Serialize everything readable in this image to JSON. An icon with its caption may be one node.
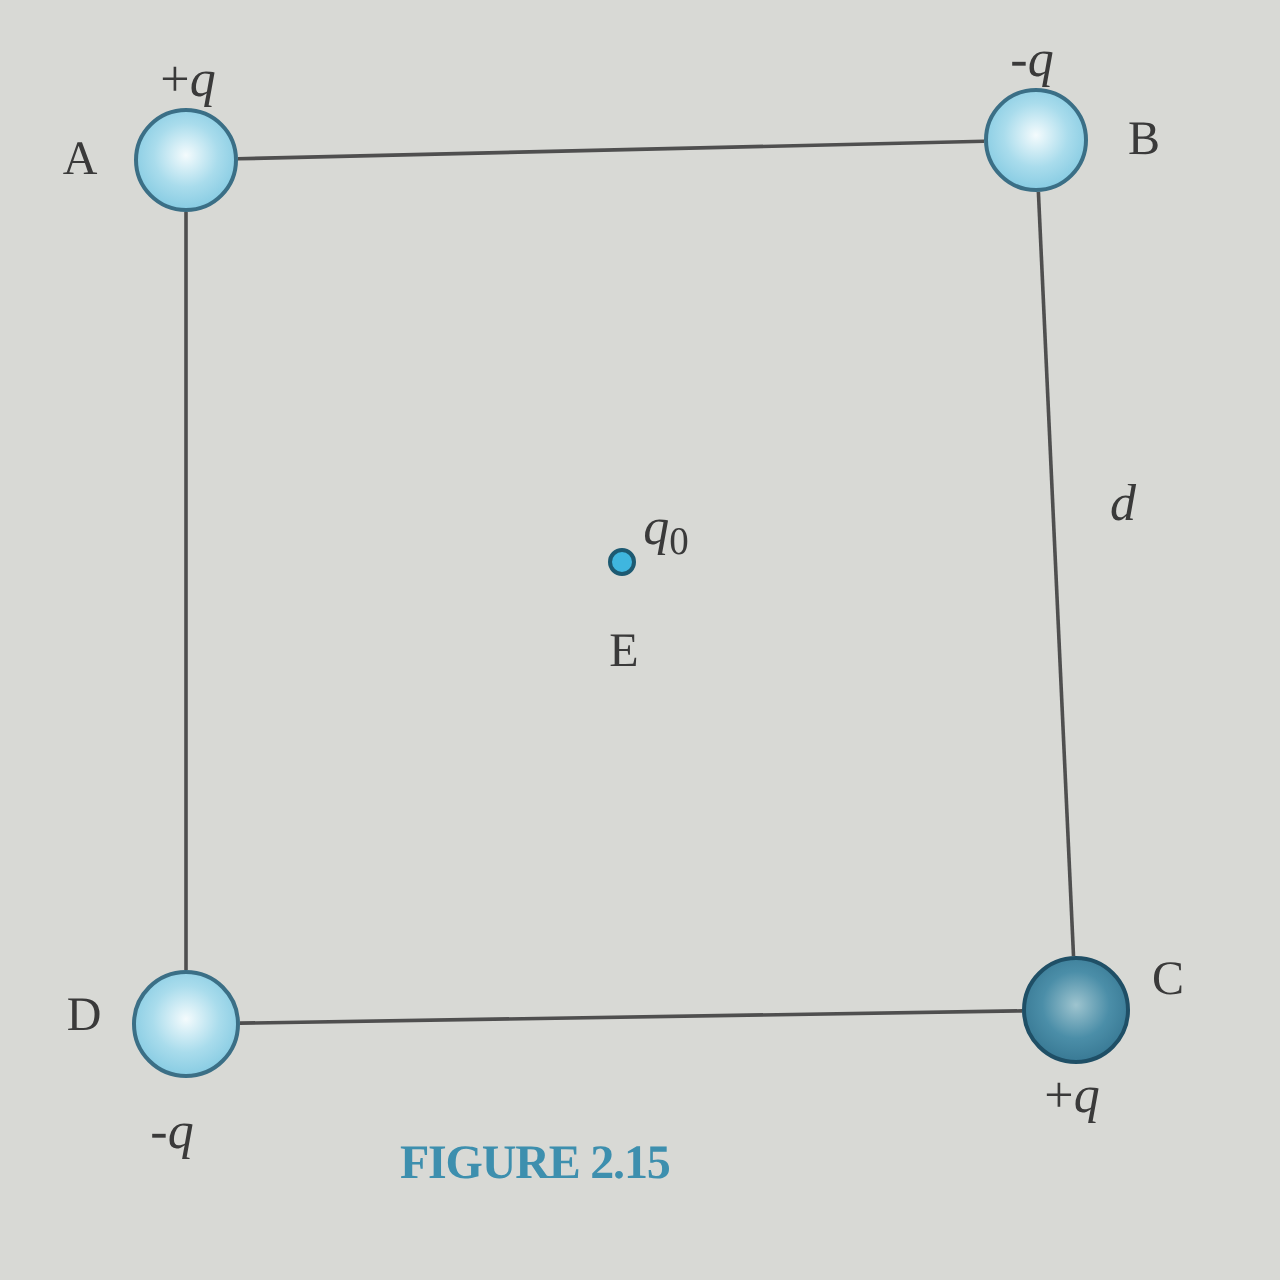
{
  "diagram": {
    "nodes": [
      {
        "text": [
          "A"
        ],
        "beside": [
          "+*q*"
        ]
      },
      {
        "text": [
          "B"
        ],
        "beside": [
          "-*q*"
        ]
      },
      {
        "text": [
          "C"
        ],
        "beside": [
          "+*q*"
        ]
      },
      {
        "text": [
          "D"
        ],
        "beside": [
          "-*q*"
        ]
      },
      {
        "text": [
          "E"
        ],
        "beside": [
          "*q*$_{0}$"
        ]
      }
    ],
    "edges": [
      {
        "from": 0,
        "to": 1,
        "arrow": "none"
      },
      {
        "from": 1,
        "to": 2,
        "arrow": "none",
        "label": "d"
      },
      {
        "from": 2,
        "to": 3,
        "arrow": "none"
      },
      {
        "from": 3,
        "to": 0,
        "arrow": "none"
      }
    ],
    "caption": "FIGURE 2.15"
  }
}
